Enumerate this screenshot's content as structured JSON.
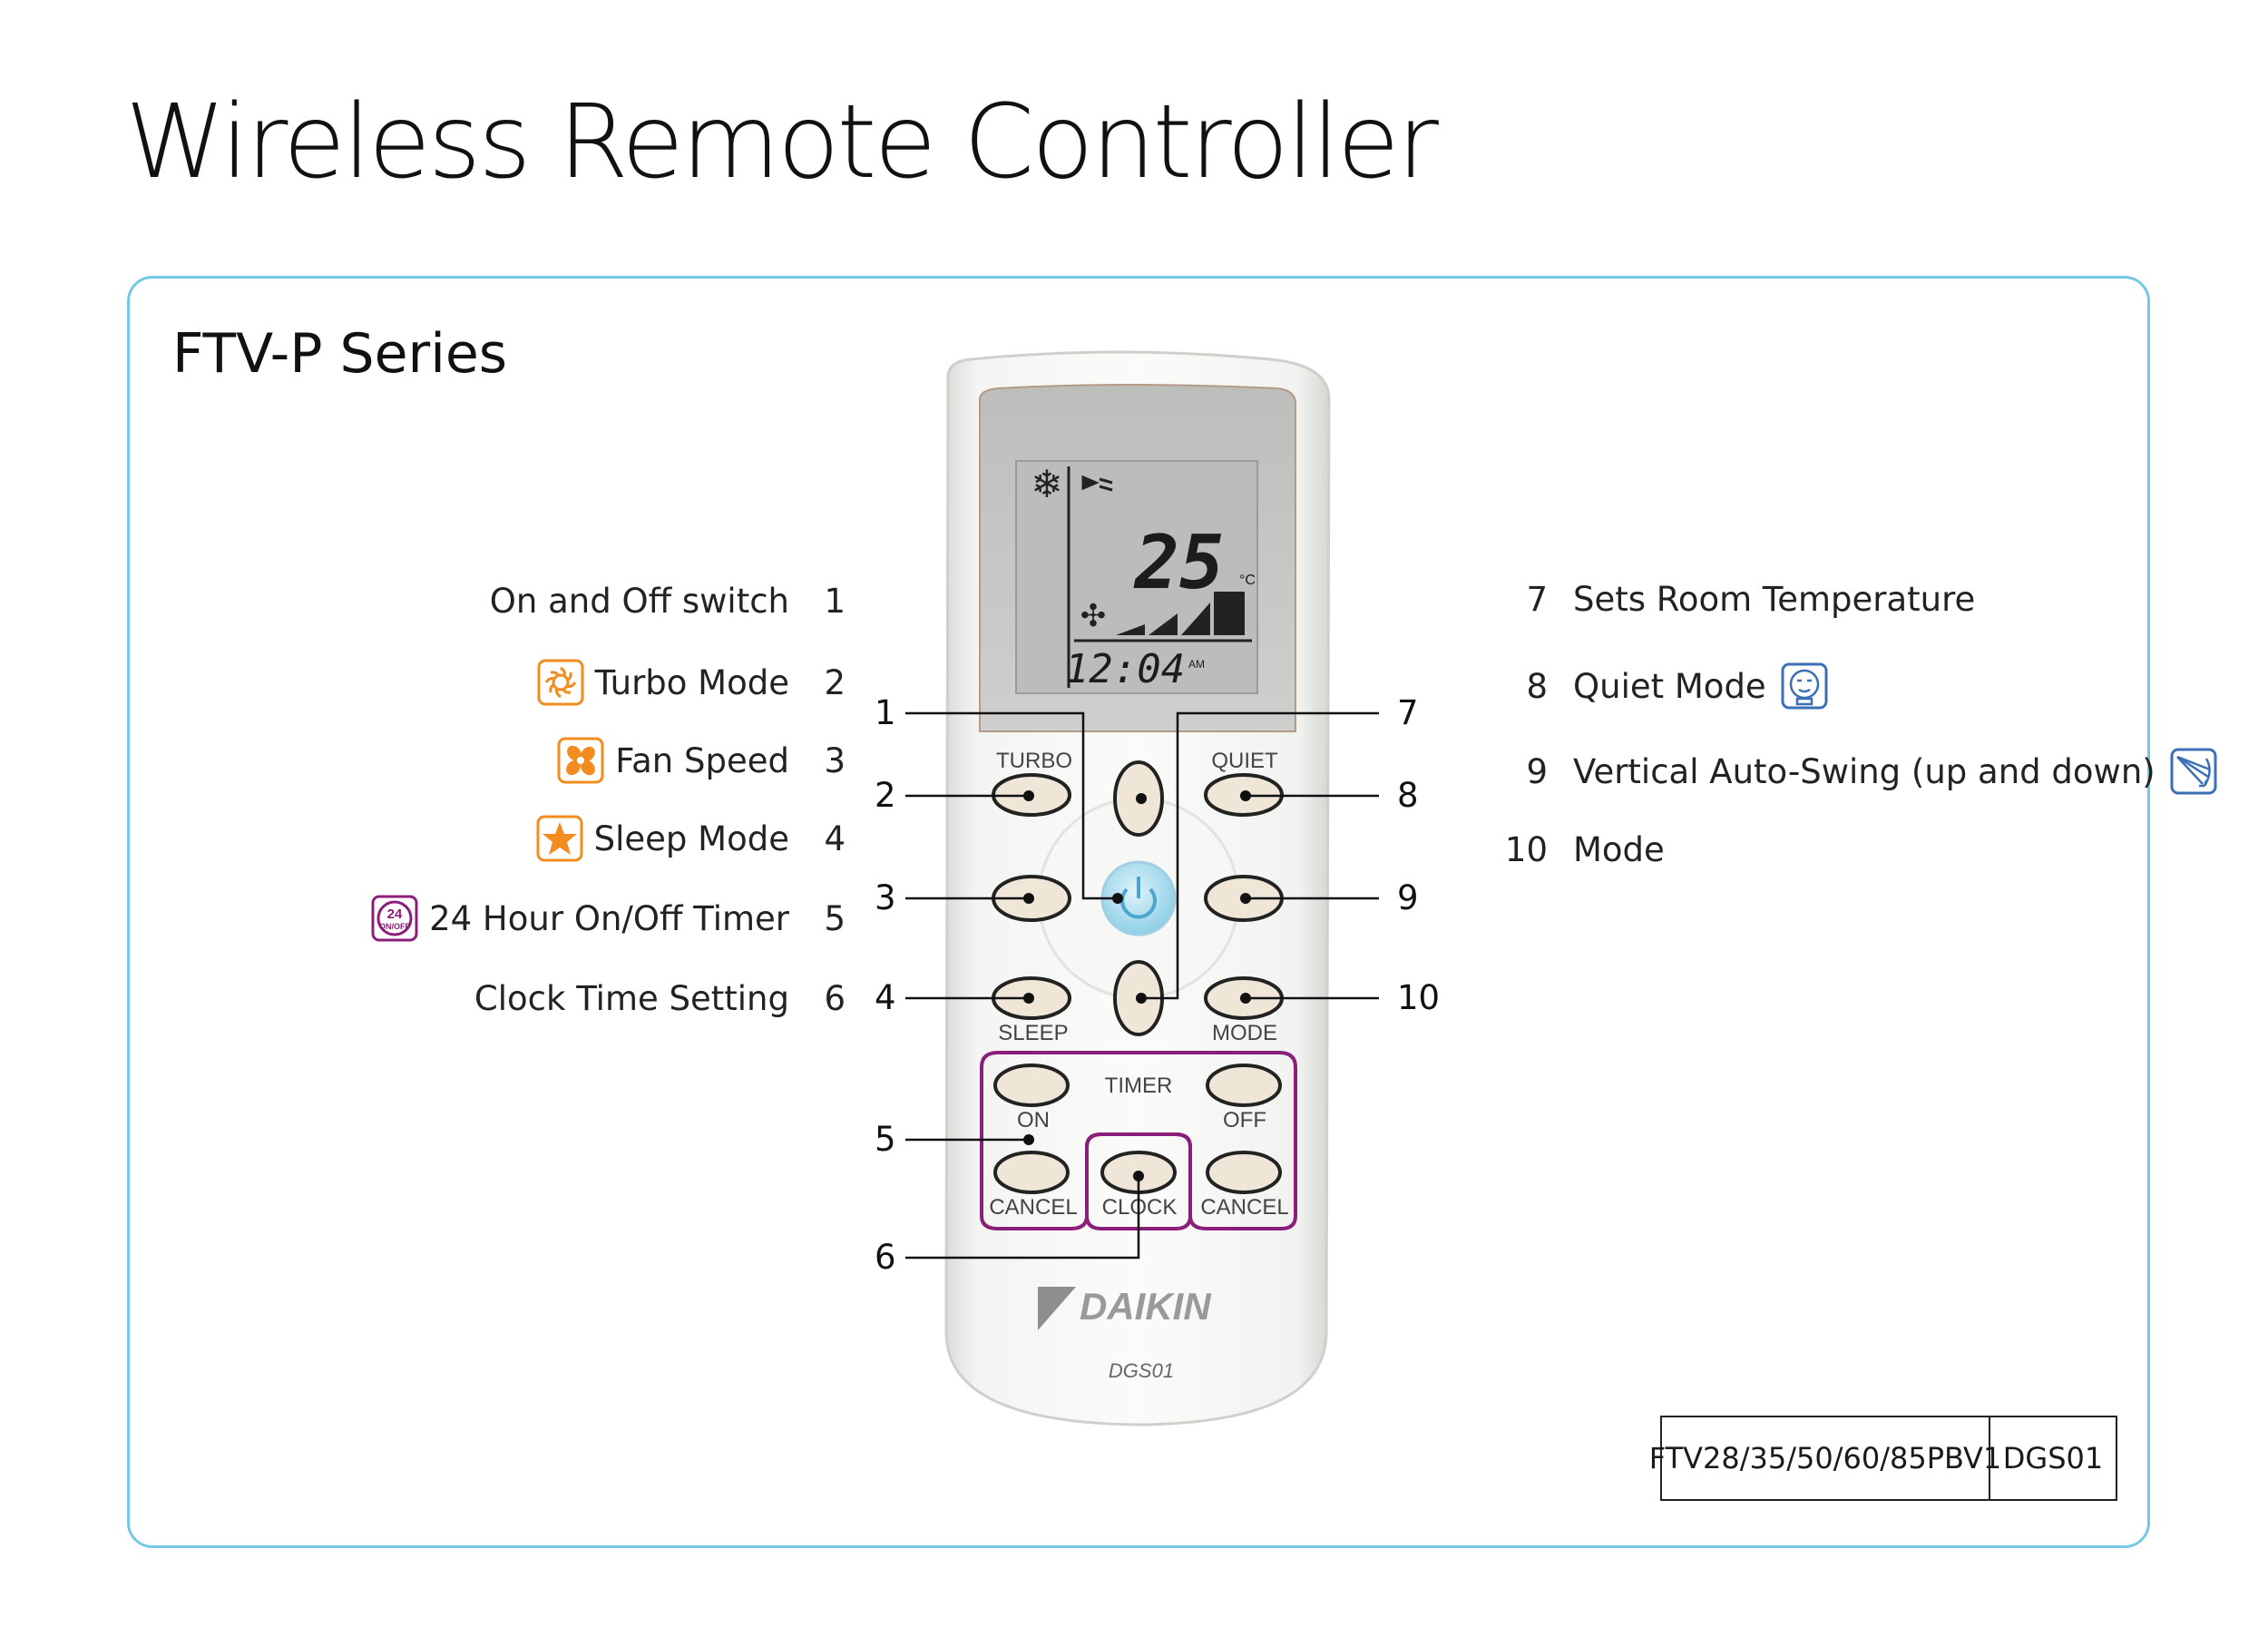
{
  "page_title": "Wireless Remote Controller",
  "series_title": "FTV-P Series",
  "colors": {
    "panel_border": "#74c9e5",
    "orange_icon": "#f28c1e",
    "purple_icon": "#8a1f7a",
    "blue_icon": "#3b6fb6",
    "timer_outline": "#8a1f7a",
    "button_fill": "#efe6d8"
  },
  "left_legend": [
    {
      "num": "1",
      "text": "On and Off switch",
      "icon": null
    },
    {
      "num": "2",
      "text": "Turbo Mode",
      "icon": "turbo-icon"
    },
    {
      "num": "3",
      "text": "Fan Speed",
      "icon": "fan-icon"
    },
    {
      "num": "4",
      "text": "Sleep Mode",
      "icon": "star-icon"
    },
    {
      "num": "5",
      "text": "24 Hour On/Off Timer",
      "icon": "timer-24-icon"
    },
    {
      "num": "6",
      "text": "Clock Time Setting",
      "icon": null
    }
  ],
  "right_legend": [
    {
      "num": "7",
      "text": "Sets Room Temperature",
      "icon": null
    },
    {
      "num": "8",
      "text": "Quiet Mode",
      "icon": "quiet-icon"
    },
    {
      "num": "9",
      "text": "Vertical Auto-Swing (up and down)",
      "icon": "swing-icon"
    },
    {
      "num": "10",
      "text": "Mode",
      "icon": null
    }
  ],
  "callouts_left": [
    "1",
    "2",
    "3",
    "4",
    "5",
    "6"
  ],
  "callouts_right": [
    "7",
    "8",
    "9",
    "10"
  ],
  "timer_24_icon_text": "24",
  "timer_24_icon_sub": "ON/OFF",
  "remote": {
    "display_temp": "25",
    "display_unit": "°C",
    "display_time": "12:04",
    "display_ampm": "AM",
    "btn_turbo": "TURBO",
    "btn_quiet": "QUIET",
    "btn_sleep": "SLEEP",
    "btn_mode": "MODE",
    "timer_label": "TIMER",
    "btn_on": "ON",
    "btn_off": "OFF",
    "btn_cancel_left": "CANCEL",
    "btn_clock": "CLOCK",
    "btn_cancel_right": "CANCEL",
    "brand": "DAIKIN",
    "model": "DGS01"
  },
  "model_table": {
    "models": "FTV28/35/50/60/85PBV1",
    "remote_code": "DGS01"
  }
}
